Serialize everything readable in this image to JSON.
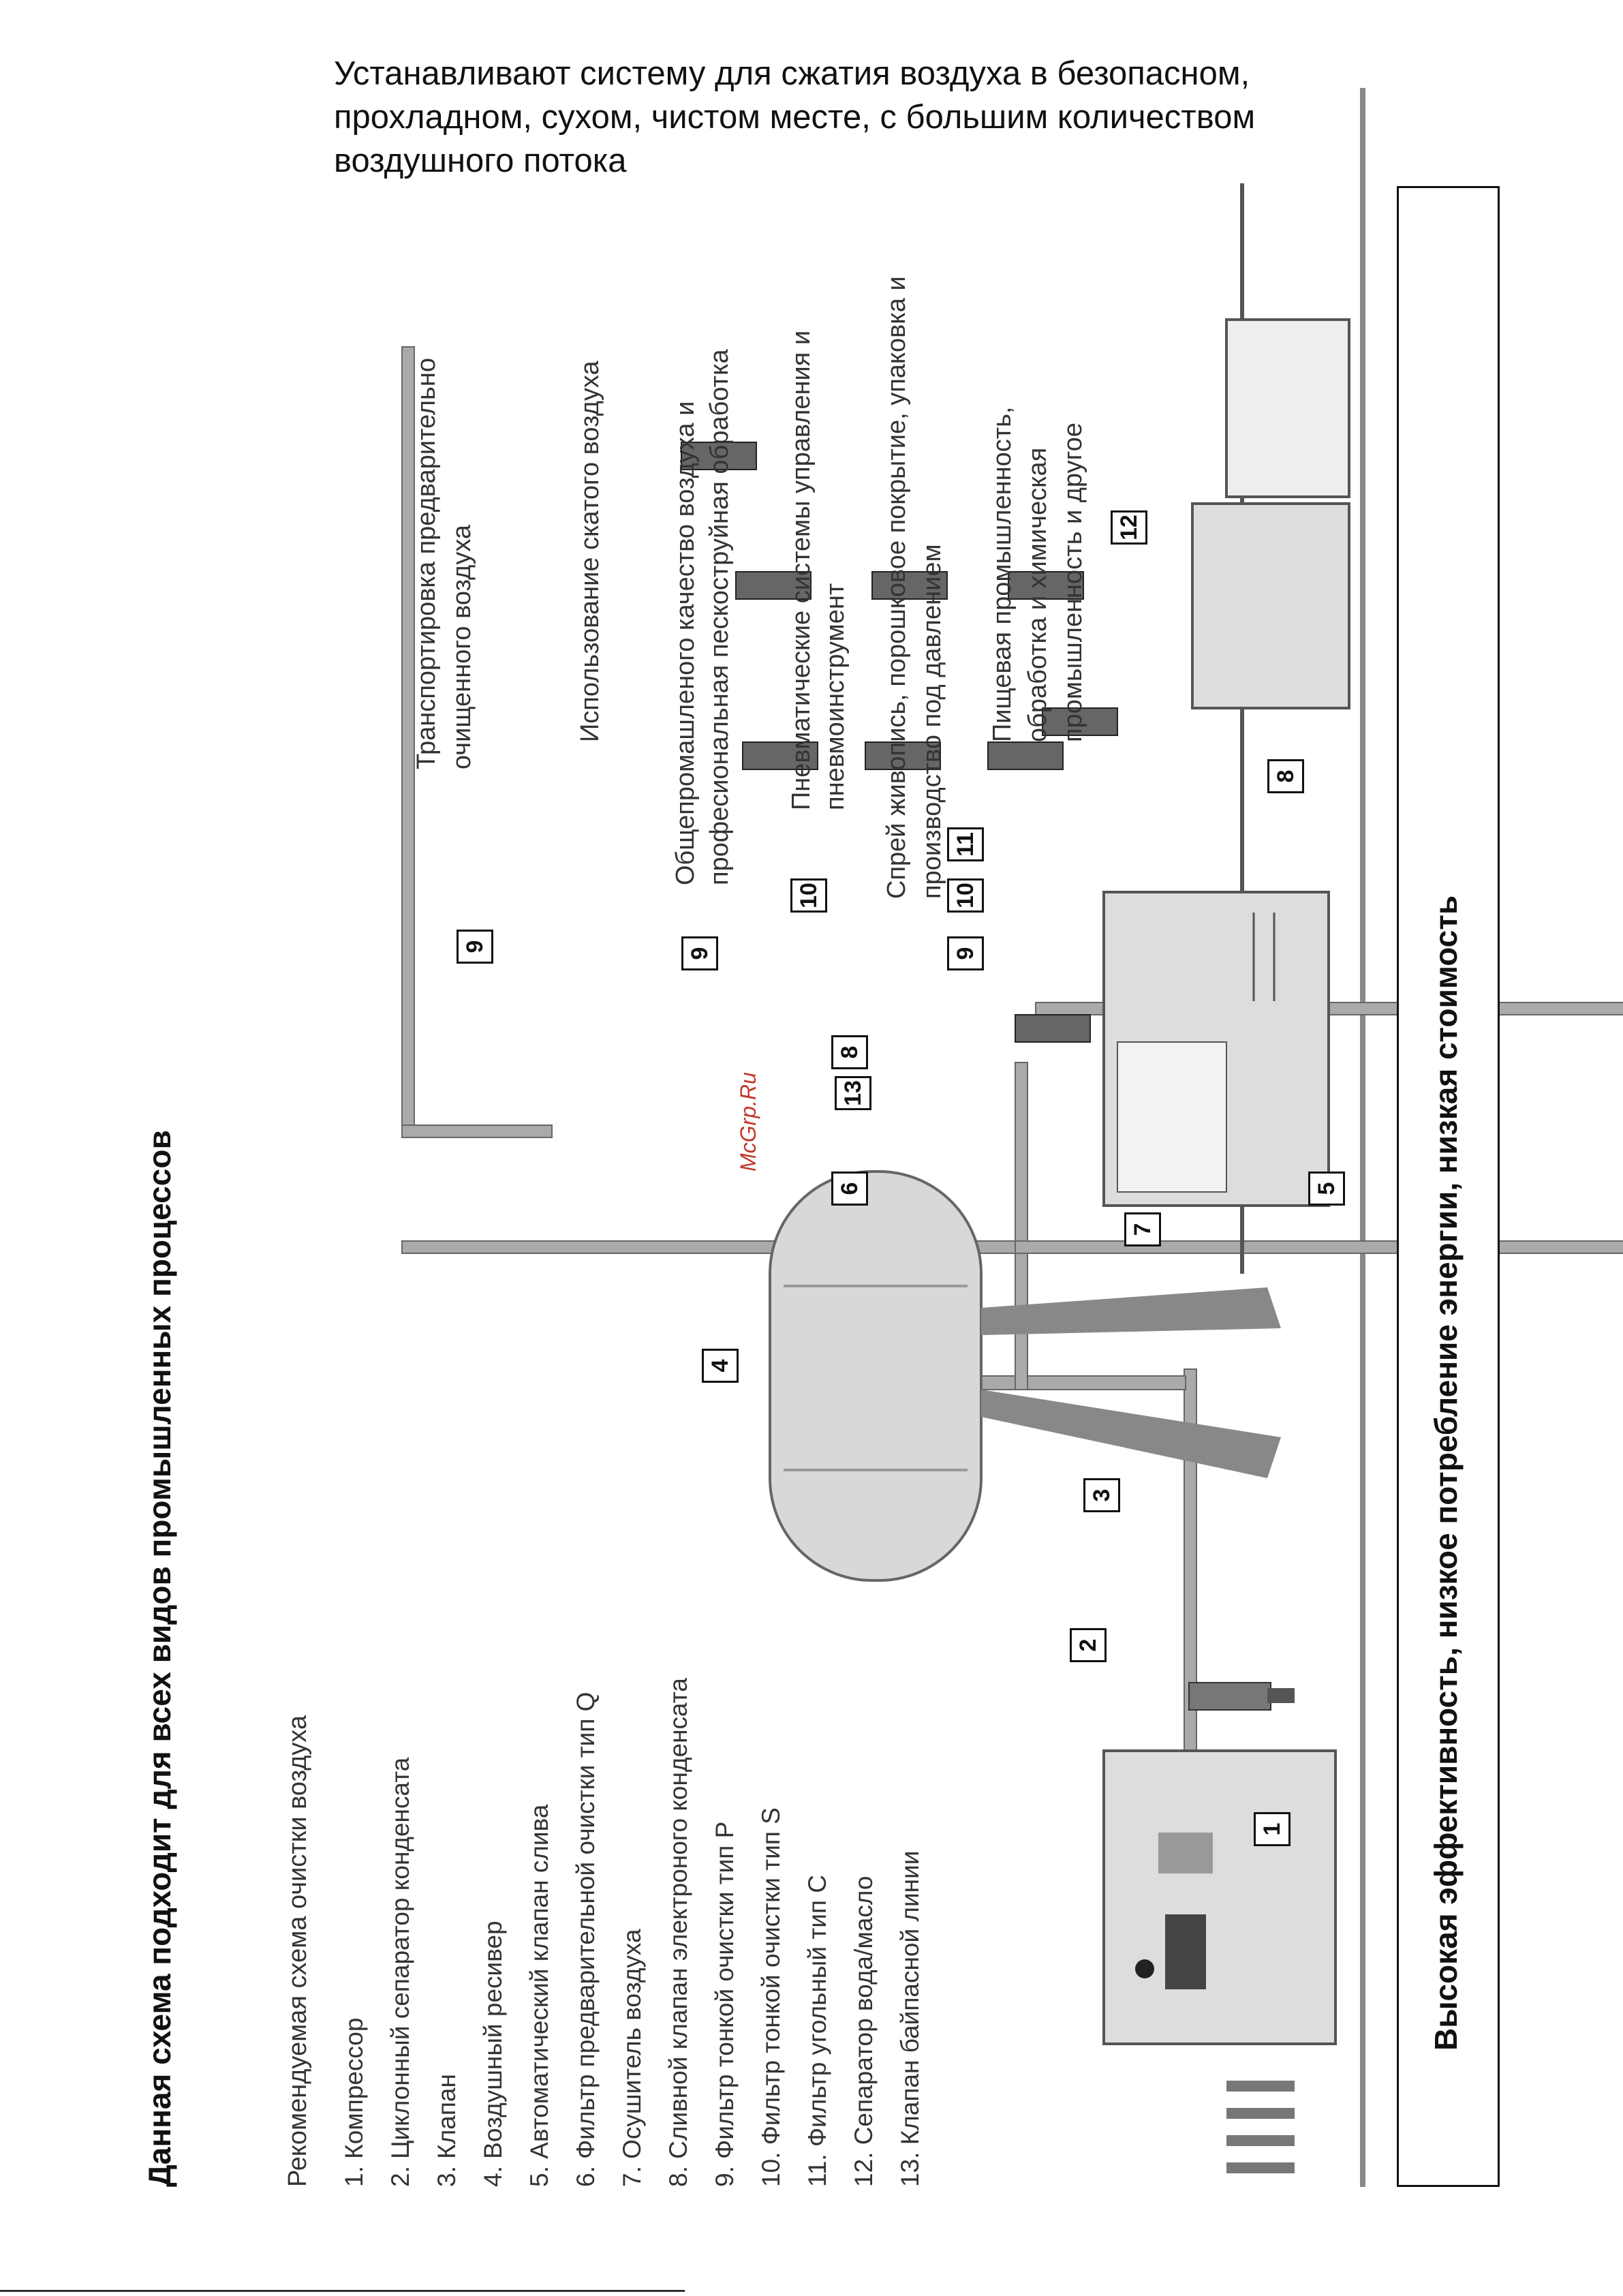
{
  "intro_text": "Устанавливают систему для сжатия воздуха в безопасном, прохладном, сухом, чистом месте, с большим количеством воздушного потока",
  "title": "Данная схема подходит для всех видов промышленных процессов",
  "legend": {
    "heading": "Рекомендуемая схема очистки воздуха",
    "items": [
      "1.  Компрессор",
      "2.  Циклонный сепаратор конденсата",
      "3.  Клапан",
      "4.  Воздушный ресивер",
      "5.  Автоматический клапан слива",
      "6.  Фильтр предварительной очистки тип Q",
      "7.  Осушитель воздуха",
      "8.  Сливной клапан электроного конденсата",
      "9.  Фильтр тонкой очистки тип P",
      "10. Фильтр тонкой очистки тип S",
      "11.  Фильтр угольный тип C",
      "12.  Сепаратор вода/масло",
      "13.  Клапан байпасной линии"
    ]
  },
  "applications": {
    "transport": [
      "Транспортировка предварительно",
      "очищенного воздуха"
    ],
    "usage": "Использование скатого воздуха",
    "general": [
      "Общепромашленого качество воздуха и",
      "професиональная пескоструйная обработка"
    ],
    "pneumatic": [
      "Пневматические системы управления и",
      "пневмоинструмент"
    ],
    "spray": [
      "Спрей живопись, порошковое покрытие, упаковка и",
      "производство под давлением"
    ],
    "food": [
      "Пищевая промышленность,",
      "обработка и химическая",
      "промышленность и другое"
    ]
  },
  "callouts": [
    "1",
    "2",
    "3",
    "4",
    "5",
    "6",
    "7",
    "8",
    "8",
    "9",
    "9",
    "9",
    "10",
    "10",
    "11",
    "12",
    "13"
  ],
  "bottom_banner": "Высокая эффективность, низкое потребление энергии, низкая стоимость",
  "watermark": "McGrp.Ru"
}
